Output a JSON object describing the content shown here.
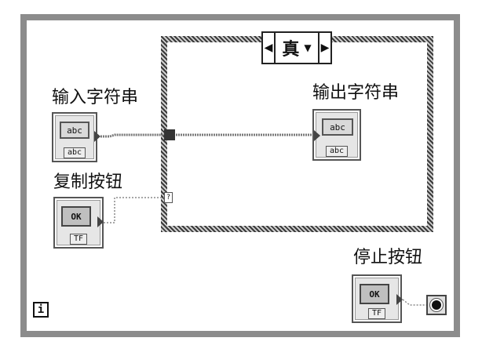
{
  "loop": {
    "iteration_terminal": "i"
  },
  "case_structure": {
    "selector_value": "真",
    "selector_terminal": "?"
  },
  "controls": {
    "input_string": {
      "label": "输入字符串",
      "value_text": "abc",
      "type_text": "abc"
    },
    "copy_button": {
      "label": "复制按钮",
      "value_text": "OK",
      "type_text": "TF"
    },
    "stop_button": {
      "label": "停止按钮",
      "value_text": "OK",
      "type_text": "TF"
    }
  },
  "indicators": {
    "output_string": {
      "label": "输出字符串",
      "value_text": "abc",
      "type_text": "abc"
    }
  },
  "colors": {
    "string_wire": "#d45aa8",
    "boolean_wire": "#2c8a2c",
    "frame_gray": "#8c8c8c"
  }
}
